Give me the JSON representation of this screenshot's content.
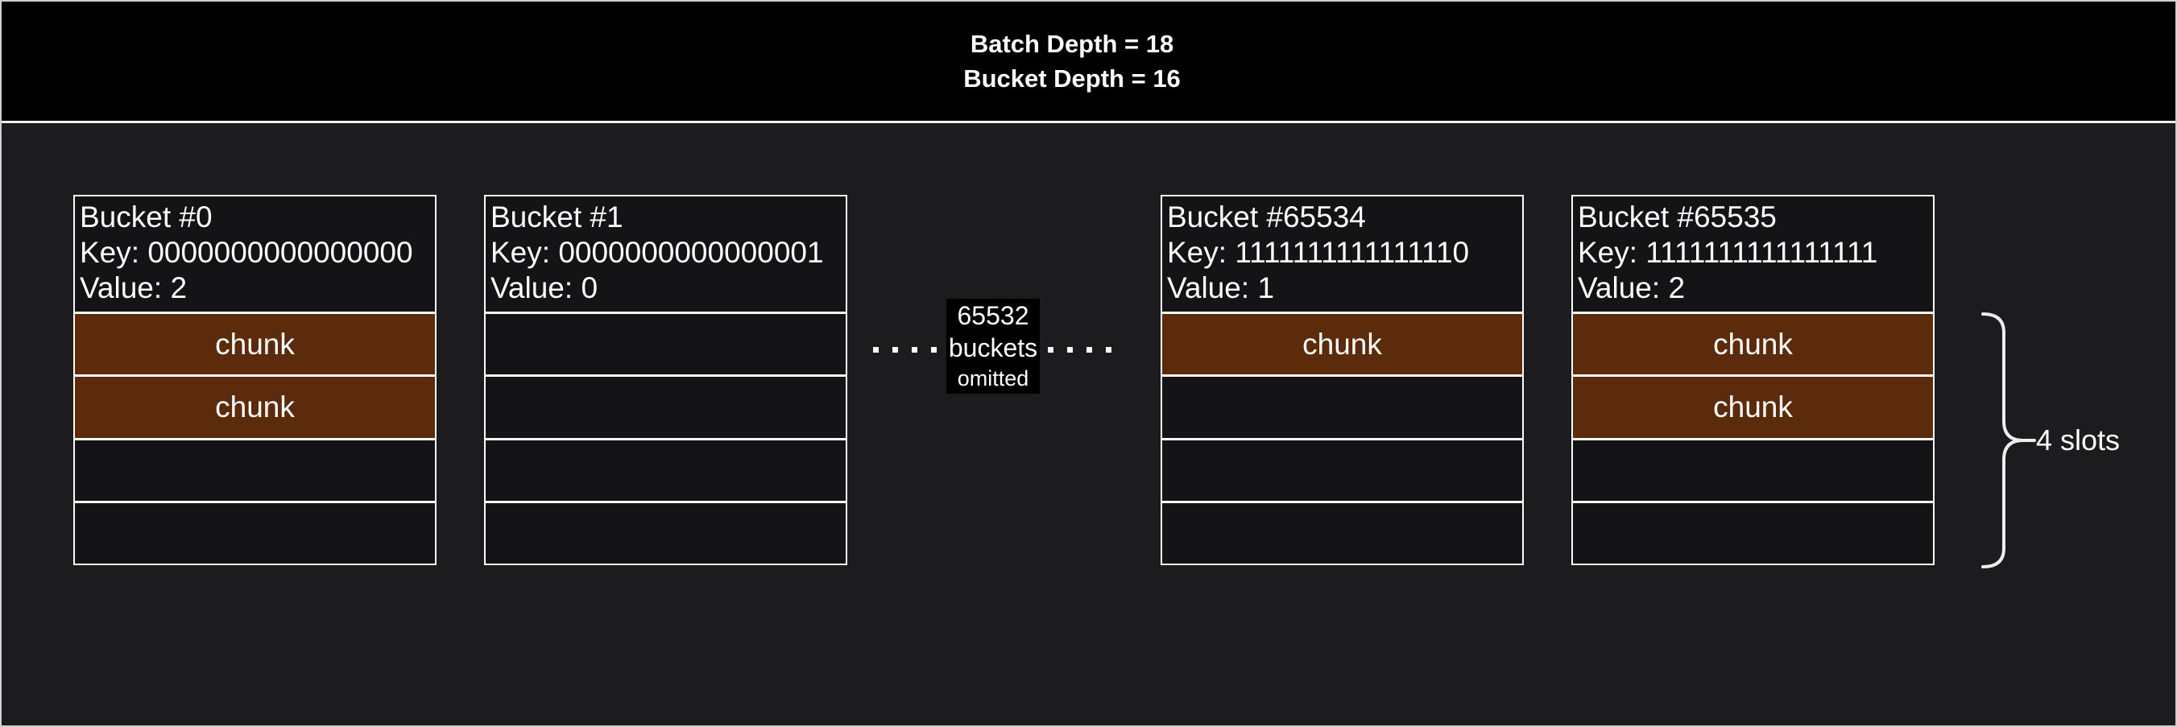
{
  "title_block": {
    "line1": "Batch Depth = 18",
    "line2": "Bucket Depth = 16"
  },
  "buckets": [
    {
      "title": "Bucket #0",
      "key": "Key: 0000000000000000",
      "value": "Value: 2",
      "slots": [
        "chunk",
        "chunk",
        "",
        ""
      ]
    },
    {
      "title": "Bucket #1",
      "key": "Key: 0000000000000001",
      "value": "Value: 0",
      "slots": [
        "",
        "",
        "",
        ""
      ]
    },
    {
      "title": "Bucket #65534",
      "key": "Key: 1111111111111110",
      "value": "Value: 1",
      "slots": [
        "chunk",
        "",
        "",
        ""
      ]
    },
    {
      "title": "Bucket #65535",
      "key": "Key: 1111111111111111",
      "value": "Value: 2",
      "slots": [
        "chunk",
        "chunk",
        "",
        ""
      ]
    }
  ],
  "omitted_note": {
    "line1": "65532",
    "line2": "buckets",
    "line3": "omitted"
  },
  "slots_annotation": "4 slots",
  "colors": {
    "chunk_fill": "#5c2b0c",
    "border": "#fafafa",
    "page_bg": "#1c1c1e",
    "bucket_bg": "#141416",
    "band_bg": "#000000",
    "label_bg": "#000000",
    "text": "#ffffff"
  }
}
